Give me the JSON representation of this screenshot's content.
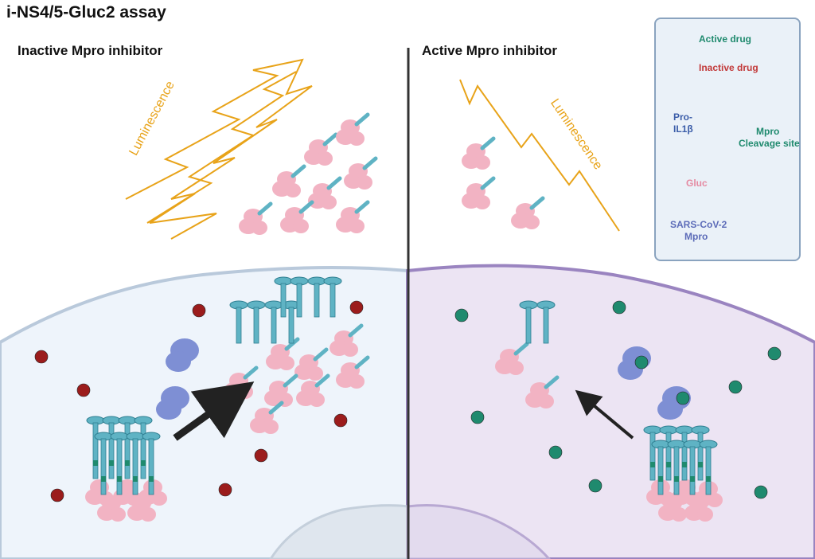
{
  "title": "i-NS4/5-Gluc2 assay",
  "panels": {
    "left_title": "Inactive Mpro inhibitor",
    "right_title": "Active Mpro inhibitor",
    "luminescence_left": "Luminescence",
    "luminescence_right": "Luminescence"
  },
  "legend": {
    "active_drug": "Active drug",
    "inactive_drug": "Inactive drug",
    "pro_line1": "Pro-",
    "pro_line2": "IL1β",
    "mpro_line1": "Mpro",
    "mpro_line2": "Cleavage site",
    "gluc": "Gluc",
    "sars_line1": "SARS-CoV-2",
    "sars_line2": "Mpro"
  },
  "colors": {
    "active_drug": "#1f8a6e",
    "inactive_drug": "#9b1c1c",
    "stalk": "#5fb3c4",
    "cleavage": "#1f8a6e",
    "gluc": "#f2b3c3",
    "mpro": "#7e8fd4",
    "luminescence": "#e8a319",
    "left_cell": "#eef4fb",
    "right_cell": "#ece4f3"
  }
}
